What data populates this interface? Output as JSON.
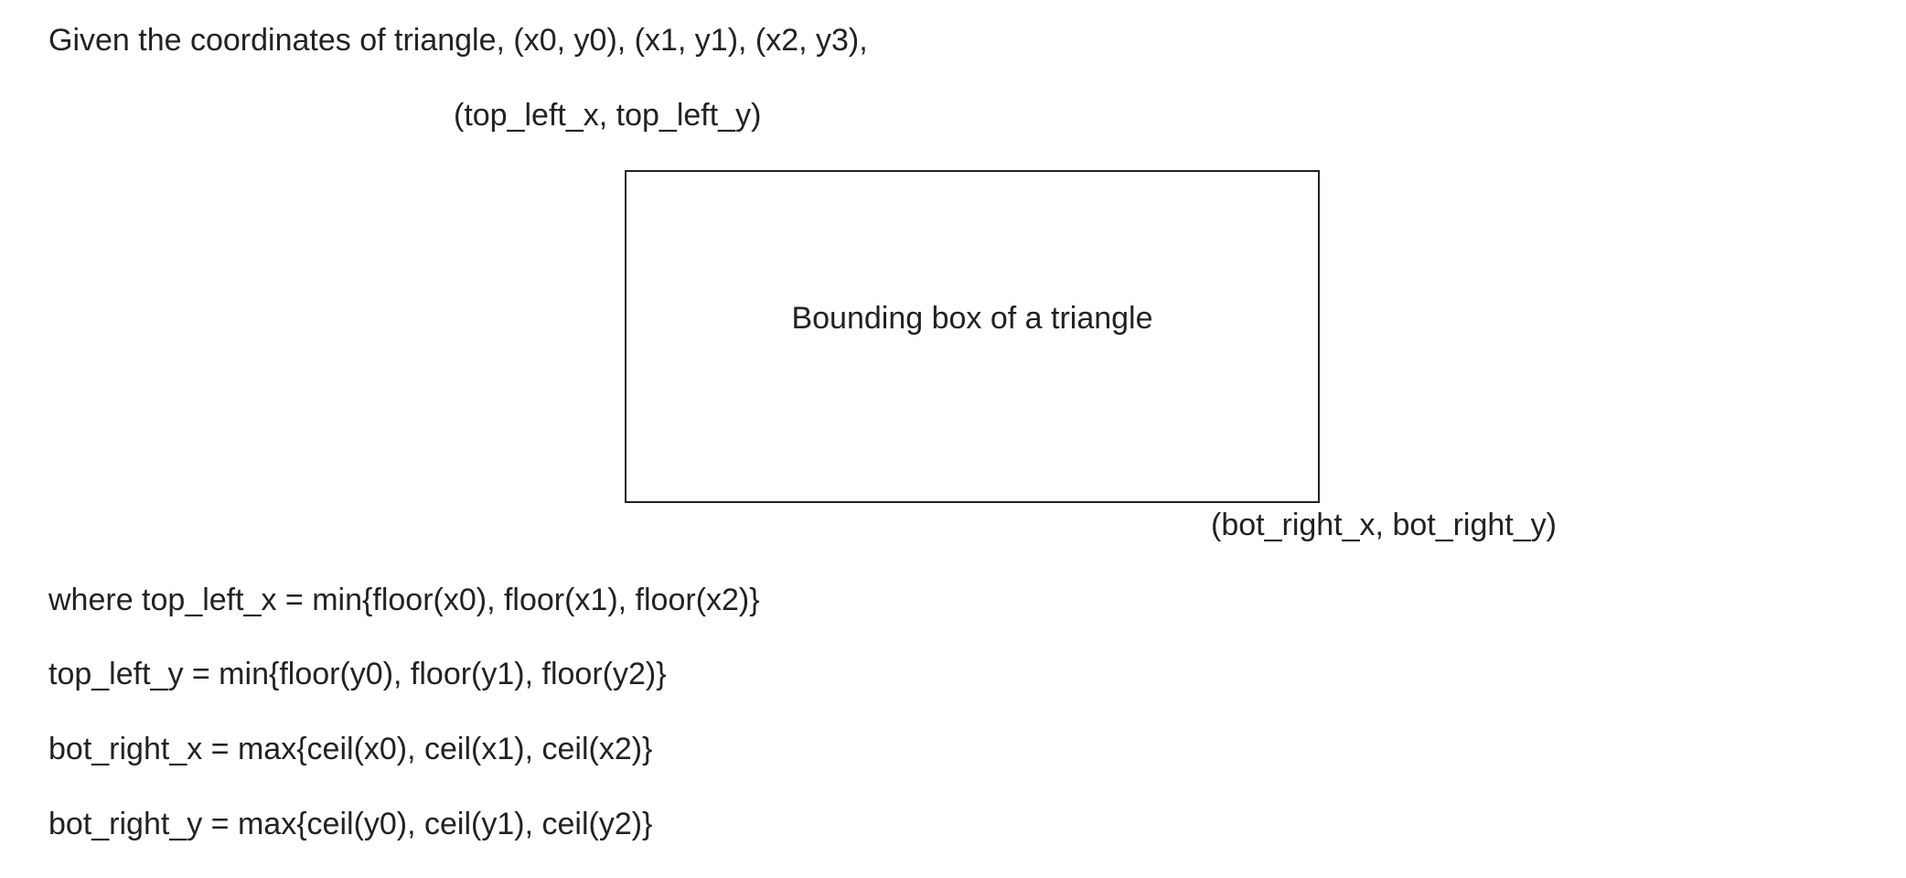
{
  "intro": "Given the coordinates of triangle, (x0, y0), (x1, y1), (x2, y3),",
  "diagram": {
    "top_left_label": "(top_left_x, top_left_y)",
    "box_label": "Bounding box of a triangle",
    "bottom_right_label": "(bot_right_x, bot_right_y)"
  },
  "formulas": [
    "where top_left_x = min{floor(x0), floor(x1), floor(x2)}",
    "top_left_y = min{floor(y0), floor(y1), floor(y2)}",
    "bot_right_x = max{ceil(x0), ceil(x1), ceil(x2)}",
    "bot_right_y = max{ceil(y0), ceil(y1), ceil(y2)}"
  ]
}
